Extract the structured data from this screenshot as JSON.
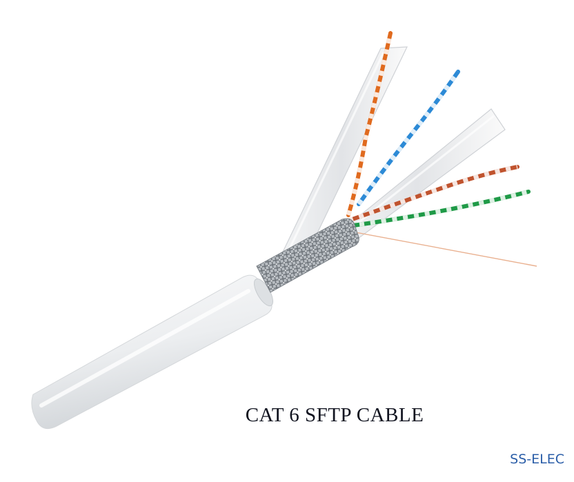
{
  "caption": {
    "title": "CAT 6 SFTP CABLE",
    "brand": "SS-ELEC"
  },
  "colors": {
    "background": "#ffffff",
    "title_text": "#10131f",
    "brand_text": "#2b5ea8",
    "jacket": "#eceef0",
    "braid": "#9aa0a6",
    "pair_orange": "#e06a1e",
    "pair_blue": "#2c8ad6",
    "pair_brown": "#c0532e",
    "pair_green": "#1f9a47"
  },
  "illustration": {
    "subject": "cable-cutaway",
    "elements": [
      "outer-jacket",
      "braided-shield",
      "foil-tapes",
      "orange-pair",
      "blue-pair",
      "brown-pair",
      "green-pair",
      "ripcord"
    ]
  }
}
